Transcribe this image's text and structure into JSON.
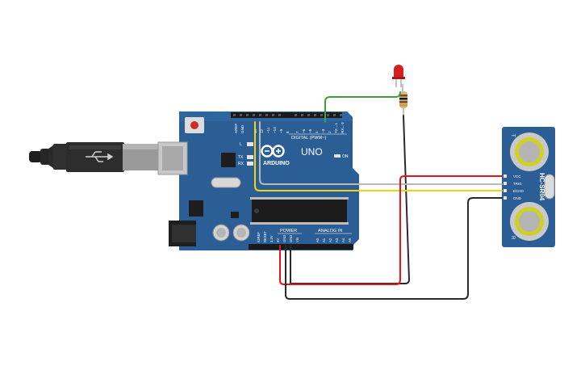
{
  "board": {
    "brand": "ARDUINO",
    "model": "UNO",
    "on_label": "ON",
    "digital_label": "DIGITAL (PWM~)",
    "power_label": "POWER",
    "analog_label": "ANALOG IN",
    "led_l": "L",
    "led_tx": "TX",
    "led_rx": "RX",
    "pin_aref": "AREF",
    "pin_gnd": "GND",
    "pin_13": "13",
    "pin_12": "12",
    "pin_11": "~11",
    "pin_10": "~10",
    "pin_9": "~9",
    "pin_8": "8",
    "pin_7": "7",
    "pin_6": "~6",
    "pin_5": "~5",
    "pin_4": "4",
    "pin_3": "~3",
    "pin_2": "2",
    "pin_1": "TX→1",
    "pin_0": "RX←0",
    "pin_ioref": "IOREF",
    "pin_reset": "RESET",
    "pin_3v3": "3.3V",
    "pin_5v": "5V",
    "pin_pgnd1": "GND",
    "pin_pgnd2": "GND",
    "pin_vin": "Vin",
    "pin_a0": "A0",
    "pin_a1": "A1",
    "pin_a2": "A2",
    "pin_a3": "A3",
    "pin_a4": "A4",
    "pin_a5": "A5"
  },
  "sensor": {
    "model": "HC-SR04",
    "pin_vcc": "VCC",
    "pin_trig": "TRIG",
    "pin_echo": "ECHO",
    "pin_gnd": "GND",
    "mark_t": "T",
    "mark_r": "R"
  },
  "colors": {
    "board": "#2b5e94",
    "wire_red": "#e8131b",
    "wire_black": "#2a2a2a",
    "wire_yellow": "#f2d40c",
    "wire_gray": "#b8b8b8",
    "wire_green": "#3aa335",
    "led": "#d62020"
  }
}
